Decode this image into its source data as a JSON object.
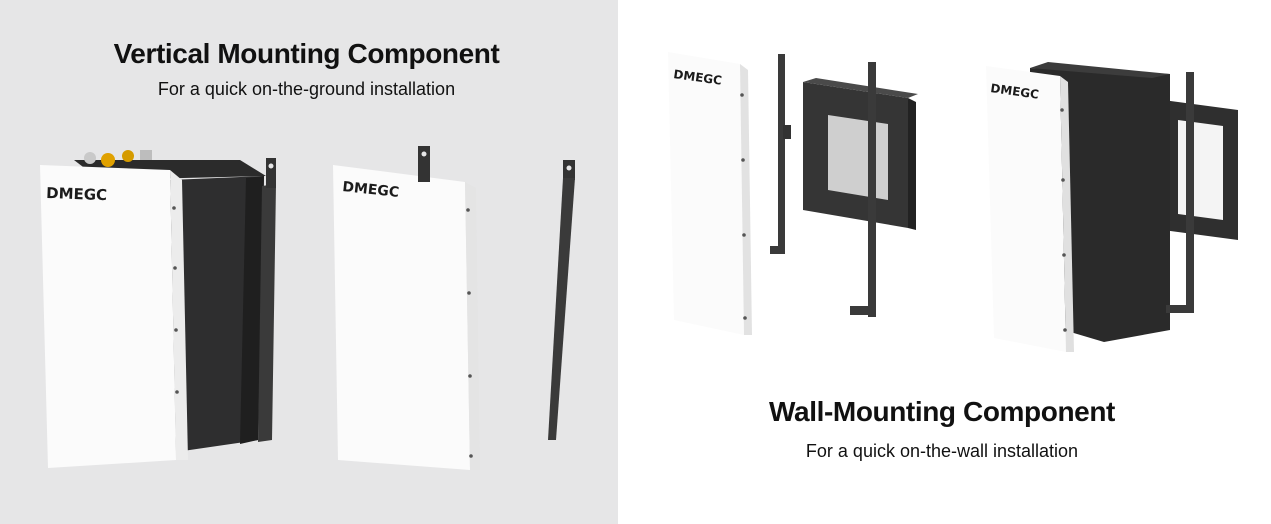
{
  "vertical": {
    "title": "Vertical Mounting Component",
    "subtitle": "For a quick on-the-ground installation",
    "logo": "DMEGC"
  },
  "wall": {
    "title": "Wall-Mounting Component",
    "subtitle": "For a quick on-the-wall installation",
    "logo": "DMEGC"
  },
  "colors": {
    "left_background": "#e6e6e7",
    "right_background": "#ffffff",
    "panel_white": "#fbfbfb",
    "housing_dark": "#2e2e2f",
    "bracket_dark": "#3a3a3a"
  }
}
